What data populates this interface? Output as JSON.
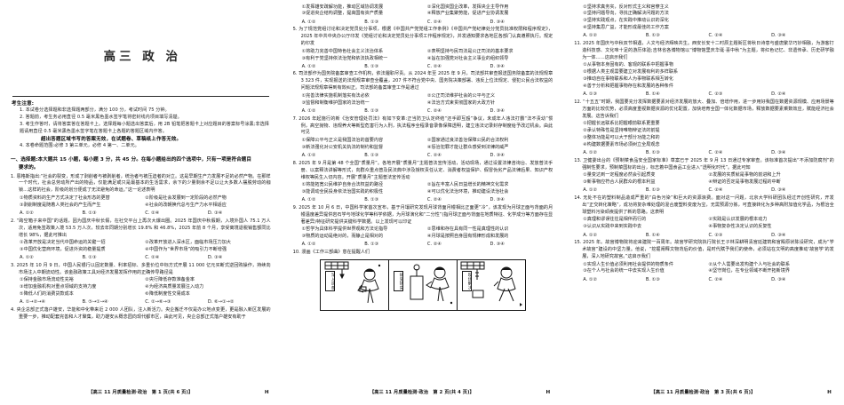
{
  "document": {
    "title": "高三 政 治",
    "subject": "政治",
    "grade": "高三",
    "sheet_layout": "three-page-scan"
  },
  "notice": {
    "heading": "考生注意:",
    "items": [
      "1. 本试卷分选择题和非选择题两部分，满分 100 分，考试时间 75 分钟。",
      "2. 答题前，考生务必用直径 0.5 毫米黑色墨水签字笔将密封线内项目填写清楚。",
      "3. 考生作答时，请将答案答在答题卡上。选择题每小题选出答案后，用 2B 铅笔把答题卡上对应题目的答案标号涂黑;非选择题请用直径 0.5 毫米黑色墨水签字笔在答题卡上各题的答题区域内作答。",
      "4. 本卷命题范围:必修 3 第三单元，必修 4 第一、二单元。"
    ],
    "item3_emphasis": "超出答题区域书写的答案无效，在试题卷、草稿纸上作答无效。"
  },
  "section_one": {
    "line1": "一、选择题:本大题共 15 小题，每小题 3 分，共 45 分。在每小题给出的四个选项中，只有一项是符合题目",
    "line2": "要求的。"
  },
  "answer_rows": {
    "std": [
      "A. ①②",
      "B. ①③",
      "C. ②④",
      "D. ③④"
    ],
    "std14": [
      "A. ①②",
      "B. ①④",
      "C. ②③",
      "D. ③④"
    ],
    "std13": [
      "A. ①②",
      "B. ①③",
      "C. ②④",
      "D. ③④"
    ],
    "arrow": [
      "A. ①→②→④",
      "B. ⑤→①→④",
      "C. ②→⑥→③",
      "D. ⑥→①→②"
    ],
    "q11": [
      "A. ①③",
      "B. ①④",
      "C. ②③",
      "D. ②④"
    ],
    "q12": [
      "A. ①②",
      "B. ①③",
      "C. ②④",
      "D. ③④"
    ]
  },
  "page1": {
    "questions": [
      {
        "stem": "1. 恩格斯指出:“社会的裂变，形成了剥削者与被剥削者，统治者与被压迫者的对立。这是早期生产力发展不足的必然产物。在那样一个时代，社会总劳动所产出的物品，仅能满足或只是最基本的生活需求，余下的少量剩余不足以让大多数人摆脱劳动的枷锁…这样的社会，阶级的划分便成了无法避免的命运。”这一论述表明",
        "options": [
          "①物质资料的生产方式决定了社会形态的更替",
          "②阶级是社会发展到一定阶段的必然产物",
          "③剥削制度是随着人类社会的产生而产生",
          "④社会的改朝换代总与生产力水平相适应"
        ],
        "answers_key": "std"
      },
      {
        "stem": "2. “跨空箱子来中国”的话题，因为国庆中秋长假，在社交平台上再次大爆出圈。2025 年国庆中秋假期，入境外国人 75.1 万人次，适用免签政策入境 53.5 万人次，较去年同期分别增长 19.8% 和 46.8%，2025 年前 8 个月，享受离境退税销售额同比增长 98%，据此可推出",
        "options": [
          "①改革开放是决定当代中国命运的关键一招",
          "②改革开放进入深水区，面临市场压力加大",
          "③中国优化营商环境，促进外资的稳量提质",
          "④中国作为“世界市场”的吸引力不断增强"
        ],
        "answers_key": "std"
      },
      {
        "stem": "3. 2025 年 10 月 9 日，中国人民银行以固定数量、利率招标、多重价位中标方式开展 11 000 亿元买断式逆回购操作，持续向市场注入中期流动性。该金融政策工具对经济发展发挥作用的正确传导路径是",
        "options": [
          "①保持金融市场流动性充裕",
          "②央行降低存款准备金率",
          "③增加金融机构对重点领域的支持力度",
          "④为经济高质量发展注入动力",
          "⑤降低人们的消费贷款成本",
          "⑥降低制度性交易成本"
        ],
        "option_layout": "stack",
        "answers_key": "arrow"
      },
      {
        "stem": "4. 央企总部正式落户雄安，华能和中化带来近 2 000 人团队，注入新活力。央企搬迁不仅是办公地点变更，更是融入新区发展的重要一步，推动配套完善和人才聚集，助力雄安从概念园向现代都市区，由此可见，央企总部正式落户雄安有助于",
        "options": [],
        "answers_key": null
      }
    ],
    "footer_center": "【高三 11 月质量检测·政治　第 1 页(共 6 页)】",
    "footer_mark": "H"
  },
  "page2": {
    "top_options": [
      "①发挥雄安疏解功能，推动区域协调发展",
      "②深化国资国企改革，发挥央企主导作用",
      "③促进央企结构调整，提高国有资产质量",
      "④释放产业集聚势能，促进产业协调发展"
    ],
    "top_answers_key": "std",
    "questions": [
      {
        "stem": "5. 为了规范党组讨论和决定党员处分事项，根据《中国共产党党组工作条例》《中国共产党纪律处分党员批准权限和程序规定》，2025 年中共中央办公厅印发《党组讨论和决定党员处分事项工作程序规定》，并发通知要求各地区各部门认真遵照执行。规定的印发",
        "options": [
          "①将助力完善中国特色社会主义法治体系",
          "②表明坚持与民司法是公正司法的基本要求",
          "③有利于党坚持依法治党和依法执政相统一",
          "④旨在加强党对社会主义事业的组织领导"
        ],
        "answers_key": "std"
      },
      {
        "stem": "6. 司法部作为国务院备案审查工作机构，依法履职尽责。从 2024 年至 2025 年 9 月，司法部共审查报送国务院备案的法规规章 3 323 件，实现报送的法规规章审查全覆盖，207 件不符合党中央、国务院决策部署、违反上位法规定、侵犯公民合法权益的问题法规规章得到有效纠正。司法部的备案审查工作是通过",
        "options": [
          "①完善法律实施机制落实有法必依",
          "②公正司法维护社会的公平与正义",
          "③监督和制衡维护国家的法治统一",
          "④法治方式束贯彻国家的大政方针"
        ],
        "answers_key": "std"
      },
      {
        "stem": "7. 2026 年起施行的新《治安管理处罚法》有如下变革:正当防卫认定终结“还手即互殴”争议，未成年人违法打霸“法不责幼”惯例，高空抛物、违规养犬等新型危害行为入刑，执法程序全程录音录像保障透明，建立违法记录封存制度给予改过机会。由此可见",
        "options": [
          "①保障公平与正义是我国法治的首要内容",
          "②国家通过良法善治保障公民的合法权利",
          "③新法强化对公安机关执法的制约和监督",
          "④惩治犯罪才能让群众感受到法律的威严"
        ],
        "answers_key": "std"
      },
      {
        "stem": "8. 2025 年 9 月是第 48 个全国“质量月”。各地开展“质量月”主题普法宣传活动，活动现场，通过设置法律咨询台、发放普法手册、以案释法讲解等形式，向群众重点普及民法典中涉及授权责任认定、消费者权益保护、假冒伪劣产品法律后果、知识产权维权等民生入切内容。开展“质量月”主题普法宣传活动",
        "options": [
          "①将能拓宽公民维护自身合法权益的路径",
          "②旨在丰富人民日益增长的精神文化需求",
          "③能调动全民投身依法治国实践的积极性",
          "④可以优化法治环境，推动建设法治社会"
        ],
        "answers_key": "std"
      },
      {
        "stem": "9. 2025 年 10 月 6 日，中国科学家首次宣布，基于月壤研究发现月球背面月幔相比正面更“冷”，该发现为月球正面与背面的月幔温度差异提供岩石学与地球化学等科学依据，为月球演化和“二分性”(指月球正面与背面在地质特征、化学成分等方面存在显著差异)特征研究提供关键科学数据。以上发现可以印证",
        "options": [
          "①哲学为具体科学提供世界观和方法论指导",
          "②思维和存在具有同一性是真理性的认识",
          "③物质的运动是绝对的，而静止是相对的",
          "④月球是按照自身固有规律形成和发展的"
        ],
        "answers_key": "std13"
      },
      {
        "stem": "10. 漫画《工作三部曲》意在提醒人们",
        "options": [],
        "answers_key": null
      }
    ],
    "comic": {
      "title": "工作三部曲",
      "panels": [
        {
          "label": "深入调查"
        },
        {
          "label": "研究研究"
        },
        {
          "label": "现场解决"
        }
      ]
    },
    "footer_center": "【高三 11 月质量检测·政治　第 2 页(共 4 页)】",
    "footer_mark": "H"
  },
  "page3": {
    "top_options": [
      "①坚持求真务实，反对形式主义和官僚主义",
      "②坚持问题导向，寻找正确解决问题的方法",
      "③坚持实践观点，在实践中推动认识的深化",
      "④坚持集思广益，才能形成最佳的工作方案"
    ],
    "top_answers_key": "q11",
    "questions": [
      {
        "stem": "11. 2025 年国庆与中秋双节相遇，人文与经济辉映共生。西安长安十二时辰主题街区将秋日诗意与盛唐繁华巧妙相融，为游客打造科技感、文化味十足的游历体验;吉林省各博物馆以“博物馆里庆华诞·喜中秋”为主题，将红色记忆、非遗传承、历史研学融为一体……这启示我们",
        "options": [
          "①从事物本身固有的、客观的联系中把握事物",
          "②根据人类主观需要建立对发展有利的多样联系",
          "③推动自在事物联系和人为事物联系相互转化",
          "④善于分析和把握事物存在和发展的各种条件"
        ],
        "option_layout": "stack",
        "answers_key": "q11"
      },
      {
        "stem": "12. “十五五”时期，我国要充分发挥数据要素对经济发展的放大、叠加、倍增作用，进一步用好我国在数据资源规模、应用场景等方面的比较优势，必须高度重视数据资源的优化配置，加快培育全国一体化数据市场，释放数据要素乘数效应，赋能经济社会发展。这告诉我们",
        "options": [
          "①把握长远联系比把握眼前联系更重要",
          "②承认特殊性是坚持唯物辩证法的前提",
          "③整体功能是可以大于部分功能之和的",
          "④构建数据要素市场必须树立全局观念"
        ],
        "option_layout": "stack",
        "answers_key": "q12"
      },
      {
        "stem": "13. 卫健委出台的《预制菜食品安全国家标准》草案已于 2025 年 9 月 13 日通过专家审查。该标准首次提出“不添加防腐剂”的强制性要求，预制菜国标的出台，标志着中国食品工业进入“透明化时代”。据此可知",
        "options": [
          "①量变达到一定程度必然会引起质变",
          "②发展的实质就是事物的前进和上升",
          "③新事物应符合人民群众的根本利益",
          "④辩证的否定是事物发展过程的中断"
        ],
        "answers_key": "std13"
      },
      {
        "stem": "14. 无处不在的塑料制品造成严重的“白色污染”和巨大的资源浪费。面对这一问题，北京大学科研团队经过开创性研究，开发出“正交转化策略”，成功将复杂难处理的混合废塑料变废为宝，无需预源分拣，可直接转化为多种高附加值化学品，为根治全球塑料污染顽疾提供了新的思路。这表明",
        "options": [
          "①真理和谬误往往是相伴而行的",
          "②实践是认识发展的根本动力",
          "③认识从实践中来到实践中去",
          "④事物复杂性决定认识的反复性"
        ],
        "answers_key": "std14"
      },
      {
        "stem": "15. 2025 年。故宫博物院将迎来建院一百周年。故宫学研究院执行院长王子林深耕明清宫廷建筑和官殿原状陈设研究，成为“学术故宫”建设的中坚力量。他说，“挖掘阐释文物背后的价值，是时代赋予我们的使命，必须站在文明的高度推动‘故宫学’的发展，深入地研究故宫。”这启示我们",
        "options": [
          "①实现人生价值必须利用社会提供的物质条件",
          "②从个人需要出发构建个人与社会的联系",
          "③在个人与社会的统一中去实现人生价值",
          "④坚守岗位，在专业领域不断开拓新境界"
        ],
        "answers_key": "q12"
      }
    ],
    "footer_center": "【高三 11 月质量检测·政治　第 3 页(共 6 页)】",
    "footer_mark": "H"
  }
}
